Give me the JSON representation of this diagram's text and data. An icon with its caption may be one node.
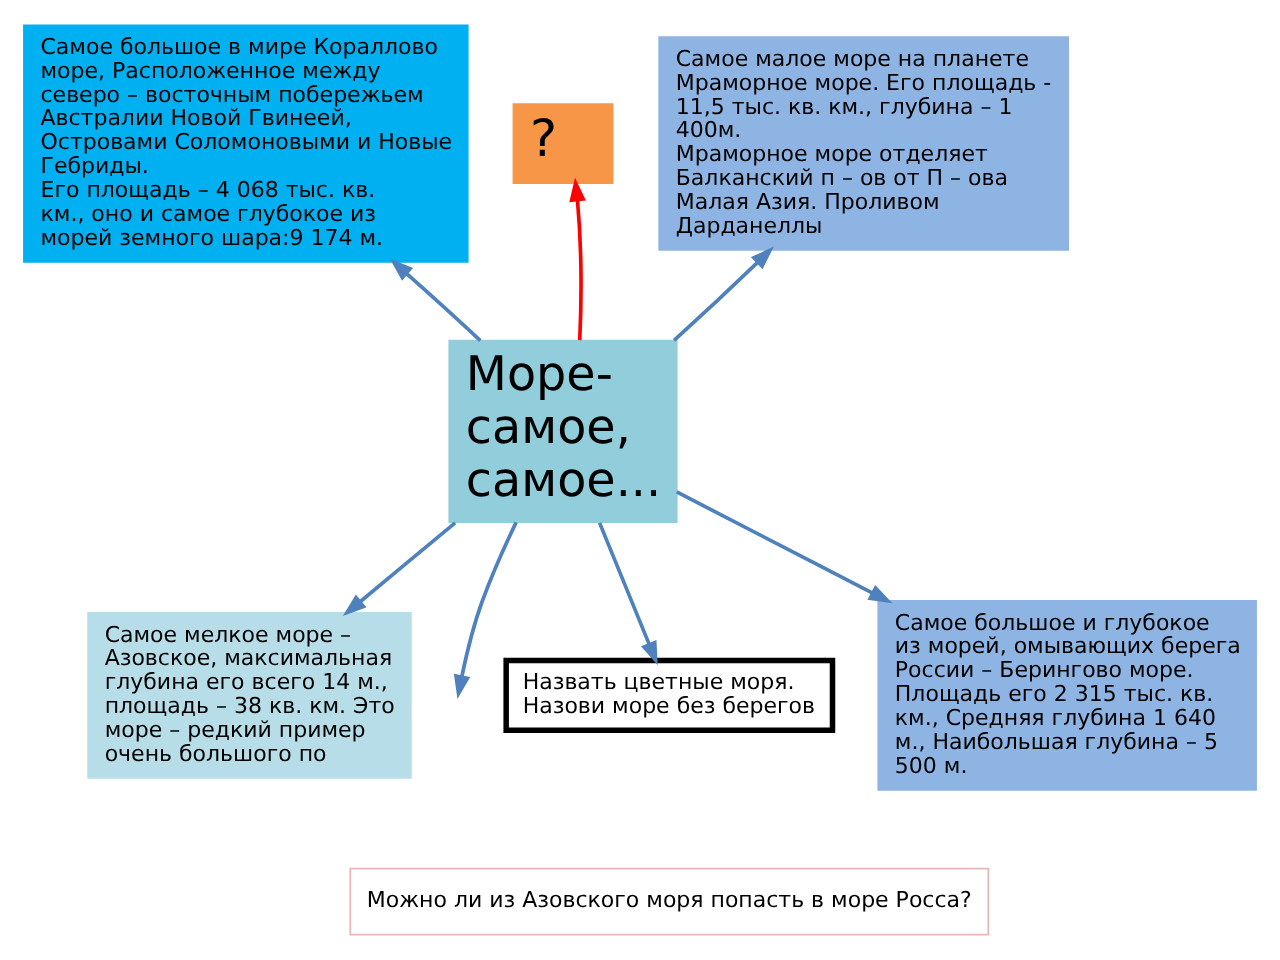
{
  "diagram": {
    "nodes": [
      {
        "text": [
          "Самое большое в мире Кораллово море, Расположенное между северо – восточным побережьем Австралии Новой Гвинеей, Островами Соломоновыми и Новые Гебриды.",
          "Его площадь – 4 068 тыс. кв. км., оно и самое глубокое из морей земного шара:9 174 м."
        ]
      },
      {
        "text": [
          "?"
        ]
      },
      {
        "text": [
          "Самое малое море на планете Мраморное море. Его площадь - 11,5 тыс. кв. км., глубина – 1 400м.",
          "Мраморное море отделяет Балканский п – ов от П – ова Малая Азия. Проливом Дарданеллы"
        ]
      },
      {
        "text": [
          "Море-самое, самое..."
        ]
      },
      {
        "text": [
          "Самое мелкое море – Азовское, максимальная глубина его всего 14 м., площадь – 38 кв. км. Это море – редкий пример очень большого по"
        ]
      },
      {
        "text": [
          "Назвать цветные моря.",
          "Назови море без берегов"
        ]
      },
      {
        "text": [
          "Самое большое и глубокое из морей, омывающих берега России – Берингово море. Площадь его 2 315 тыс. кв. км., Средняя глубина 1 640 м., Наибольшая глубина – 5 500 м."
        ]
      },
      {
        "text": [
          "Можно ли из Азовского моря попасть в море Росса?"
        ]
      }
    ],
    "edges": [
      {
        "from": 3,
        "to": 0,
        "arrow": "to"
      },
      {
        "from": 3,
        "to": 1,
        "arrow": "to",
        "color": "#ff0000"
      },
      {
        "from": 3,
        "to": 2,
        "arrow": "to"
      },
      {
        "from": 3,
        "to": 4,
        "arrow": "to"
      },
      {
        "from": 3,
        "to": null,
        "arrow": "to"
      },
      {
        "from": 3,
        "to": 5,
        "arrow": "to"
      },
      {
        "from": 3,
        "to": 6,
        "arrow": "to"
      }
    ]
  }
}
